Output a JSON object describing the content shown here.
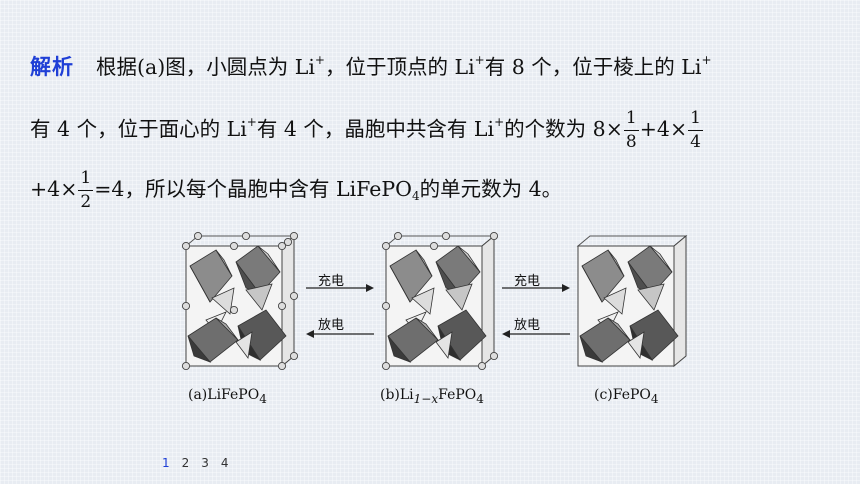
{
  "keyword": "解析",
  "line1": {
    "a": "根据(a)图，小圆点为 Li",
    "sup1": "+",
    "b": "，位于顶点的 Li",
    "sup2": "+",
    "c": "有 8 个，位于棱上的 Li",
    "sup3": "+"
  },
  "line2": {
    "a": "有 4 个，位于面心的 Li",
    "sup1": "+",
    "b": "有 4 个，晶胞中共含有 Li",
    "sup2": "+",
    "c": "的个数为 8×",
    "frac1_num": "1",
    "frac1_den": "8",
    "d": "+4×",
    "frac2_num": "1",
    "frac2_den": "4"
  },
  "line3": {
    "a": "+4×",
    "frac_num": "1",
    "frac_den": "2",
    "b": "=4，所以每个晶胞中含有 LiFePO",
    "sub": "4",
    "c": "的单元数为 4。"
  },
  "figure": {
    "charge_label": "充电",
    "discharge_label": "放电",
    "caption_a": "(a)LiFePO",
    "caption_a_sub": "4",
    "caption_b_pre": "(b)Li",
    "caption_b_sub": "1−x",
    "caption_b_post": "FePO",
    "caption_b_sub2": "4",
    "caption_c": "(c)FePO",
    "caption_c_sub": "4"
  },
  "pager": [
    "1",
    "2",
    "3",
    "4"
  ],
  "colors": {
    "keyword": "#1f3fd6",
    "active_page": "#1f3fd6"
  }
}
